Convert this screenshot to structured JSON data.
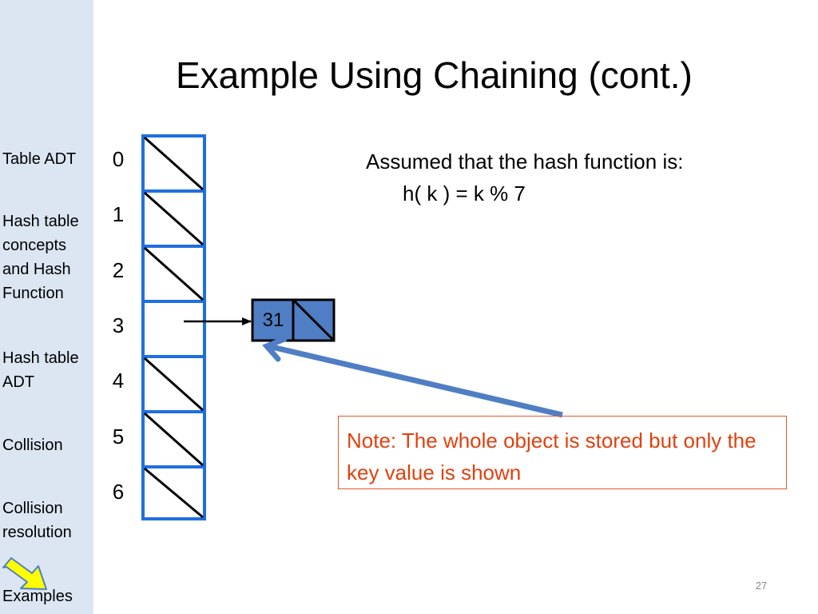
{
  "title": "Example Using Chaining (cont.)",
  "sidebar": {
    "items": [
      {
        "label": "Table ADT"
      },
      {
        "label": "Hash table concepts and Hash Function"
      },
      {
        "label": "Hash table ADT"
      },
      {
        "label": "Collision"
      },
      {
        "label": "Collision resolution"
      },
      {
        "label": "Examples",
        "current": true
      }
    ]
  },
  "hash_table": {
    "indices": [
      "0",
      "1",
      "2",
      "3",
      "4",
      "5",
      "6"
    ],
    "chain": {
      "slot": 3,
      "key": "31"
    }
  },
  "text": {
    "line1": "Assumed that the hash function is:",
    "line2": "h( k ) = k % 7"
  },
  "note": "Note:  The whole object is stored but only the key value is shown",
  "page_number": "27",
  "colors": {
    "sidebar_bg": "#dce6f2",
    "table_border": "#1f6fe0",
    "node_fill": "#4f7ec4",
    "arrow_pointer": "#4f7ec4",
    "note_text": "#e2400e",
    "note_border": "#e2592a",
    "current_marker": "#ffff00"
  }
}
